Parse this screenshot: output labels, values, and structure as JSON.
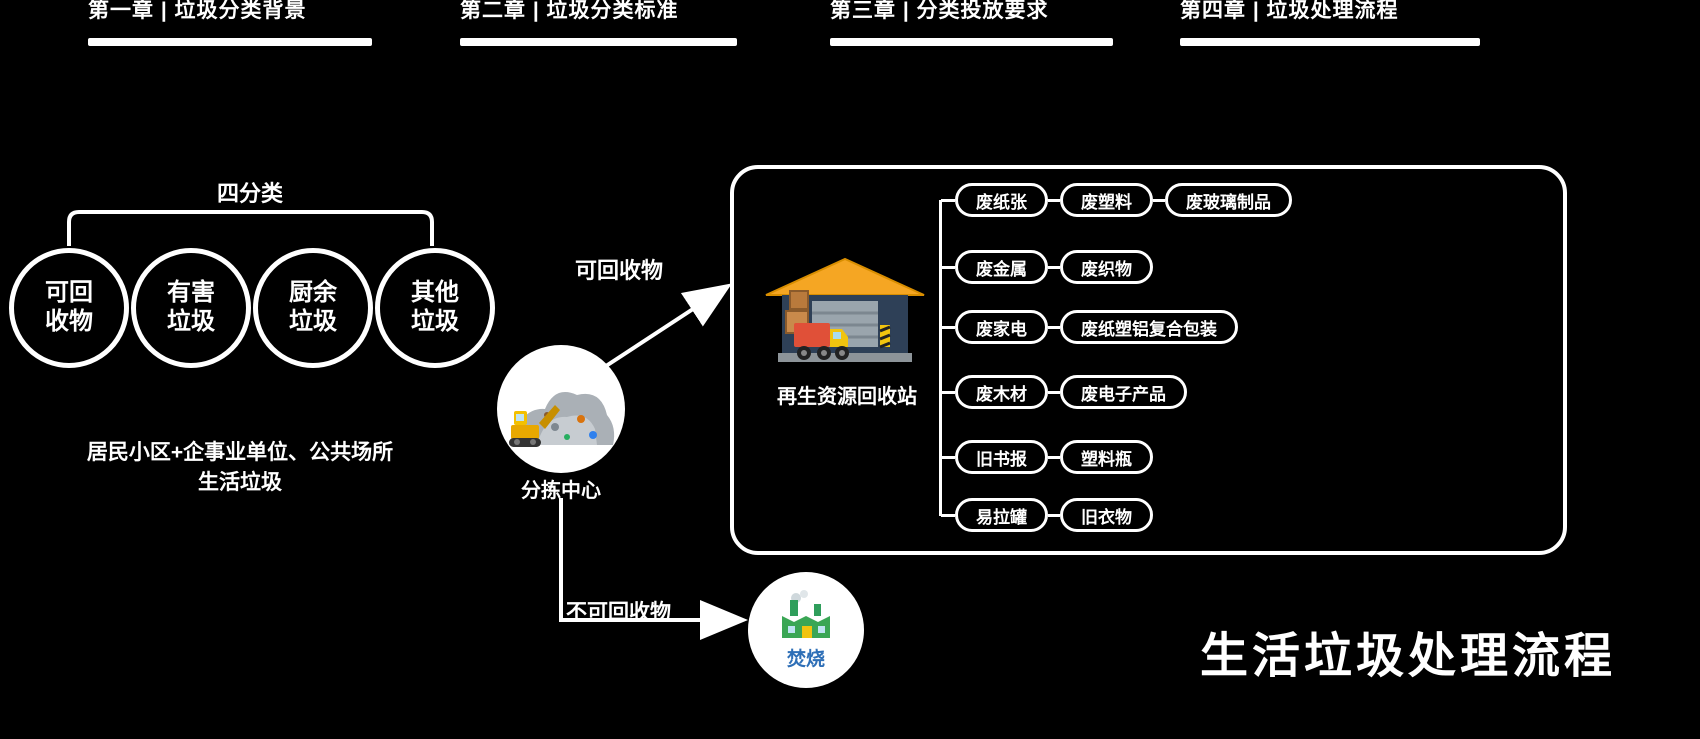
{
  "colors": {
    "background": "#000000",
    "foreground": "#ffffff",
    "incineration_label": "#2e6fb7",
    "roof_yellow": "#f5a623",
    "building_navy": "#2e4057"
  },
  "headers": [
    {
      "label": "第一章 | 垃圾分类背景"
    },
    {
      "label": "第二章 | 垃圾分类标准"
    },
    {
      "label": "第三章 | 分类投放要求"
    },
    {
      "label": "第四章 | 垃圾处理流程"
    }
  ],
  "left_group": {
    "bracket_label": "四分类",
    "circles": [
      {
        "line1": "可回",
        "line2": "收物"
      },
      {
        "line1": "有害",
        "line2": "垃圾"
      },
      {
        "line1": "厨余",
        "line2": "垃圾"
      },
      {
        "line1": "其他",
        "line2": "垃圾"
      }
    ],
    "caption_line1": "居民小区+企事业单位、公共场所",
    "caption_line2": "生活垃圾"
  },
  "sorting": {
    "label": "分拣中心"
  },
  "flows": {
    "recyclable": "可回收物",
    "non_recyclable": "不可回收物"
  },
  "incineration": {
    "label": "焚烧"
  },
  "recycle_box": {
    "station_label": "再生资源回收站",
    "rows": [
      [
        "废纸张",
        "废塑料",
        "废玻璃制品"
      ],
      [
        "废金属",
        "废织物"
      ],
      [
        "废家电",
        "废纸塑铝复合包装"
      ],
      [
        "废木材",
        "废电子产品"
      ],
      [
        "旧书报",
        "塑料瓶"
      ],
      [
        "易拉罐",
        "旧衣物"
      ]
    ]
  },
  "footer_title": "生活垃圾处理流程",
  "icons": {
    "sorting": "garbage-pile-excavator-icon",
    "station": "warehouse-truck-icon",
    "incineration": "factory-icon"
  }
}
